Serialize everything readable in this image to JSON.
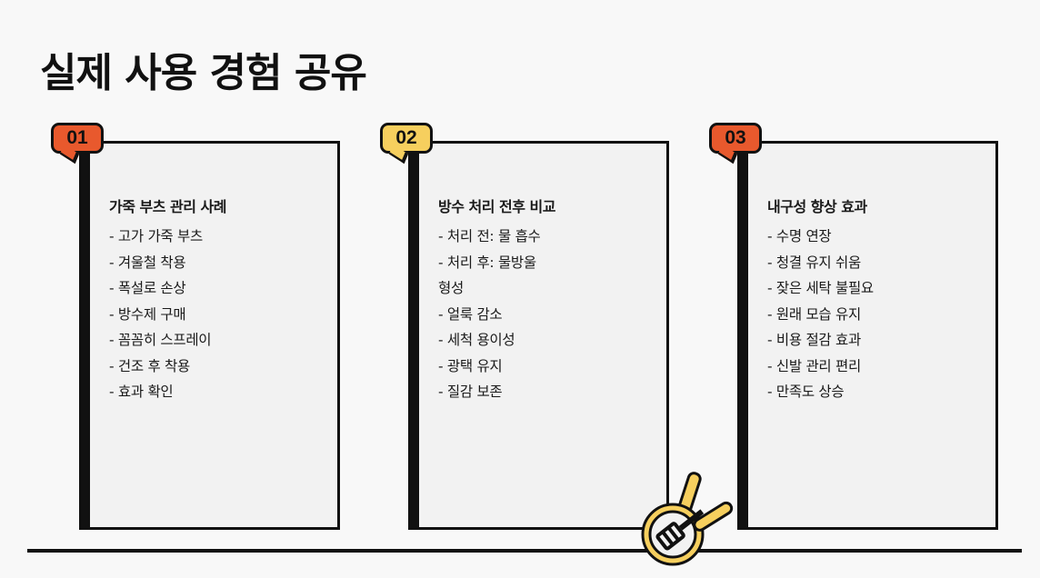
{
  "title": "실제 사용 경험 공유",
  "cards": [
    {
      "number": "01",
      "heading": "가죽 부츠 관리 사례",
      "lines": [
        "- 고가 가죽 부츠",
        "- 겨울철 착용",
        "- 폭설로 손상",
        "- 방수제 구매",
        "- 꼼꼼히 스프레이",
        "- 건조 후 착용",
        "- 효과 확인"
      ]
    },
    {
      "number": "02",
      "heading": "방수 처리 전후 비교",
      "lines": [
        "- 처리 전: 물 흡수",
        "- 처리 후: 물방울",
        "형성",
        "- 얼룩 감소",
        "- 세척 용이성",
        "- 광택 유지",
        "- 질감 보존"
      ]
    },
    {
      "number": "03",
      "heading": "내구성 향상 효과",
      "lines": [
        "- 수명 연장",
        "- 청결 유지 쉬움",
        "- 잦은 세탁 불필요",
        "- 원래 모습 유지",
        "- 비용 절감 효과",
        "- 신발 관리 편리",
        "- 만족도 상승"
      ]
    }
  ],
  "colors": {
    "accent_orange": "#e8592d",
    "accent_yellow": "#f6cf5e",
    "ink": "#111111",
    "card_bg": "#f2f2f2",
    "page_bg": "#f8f8f8"
  },
  "illustration": "frying-pan-with-spatula-icon"
}
